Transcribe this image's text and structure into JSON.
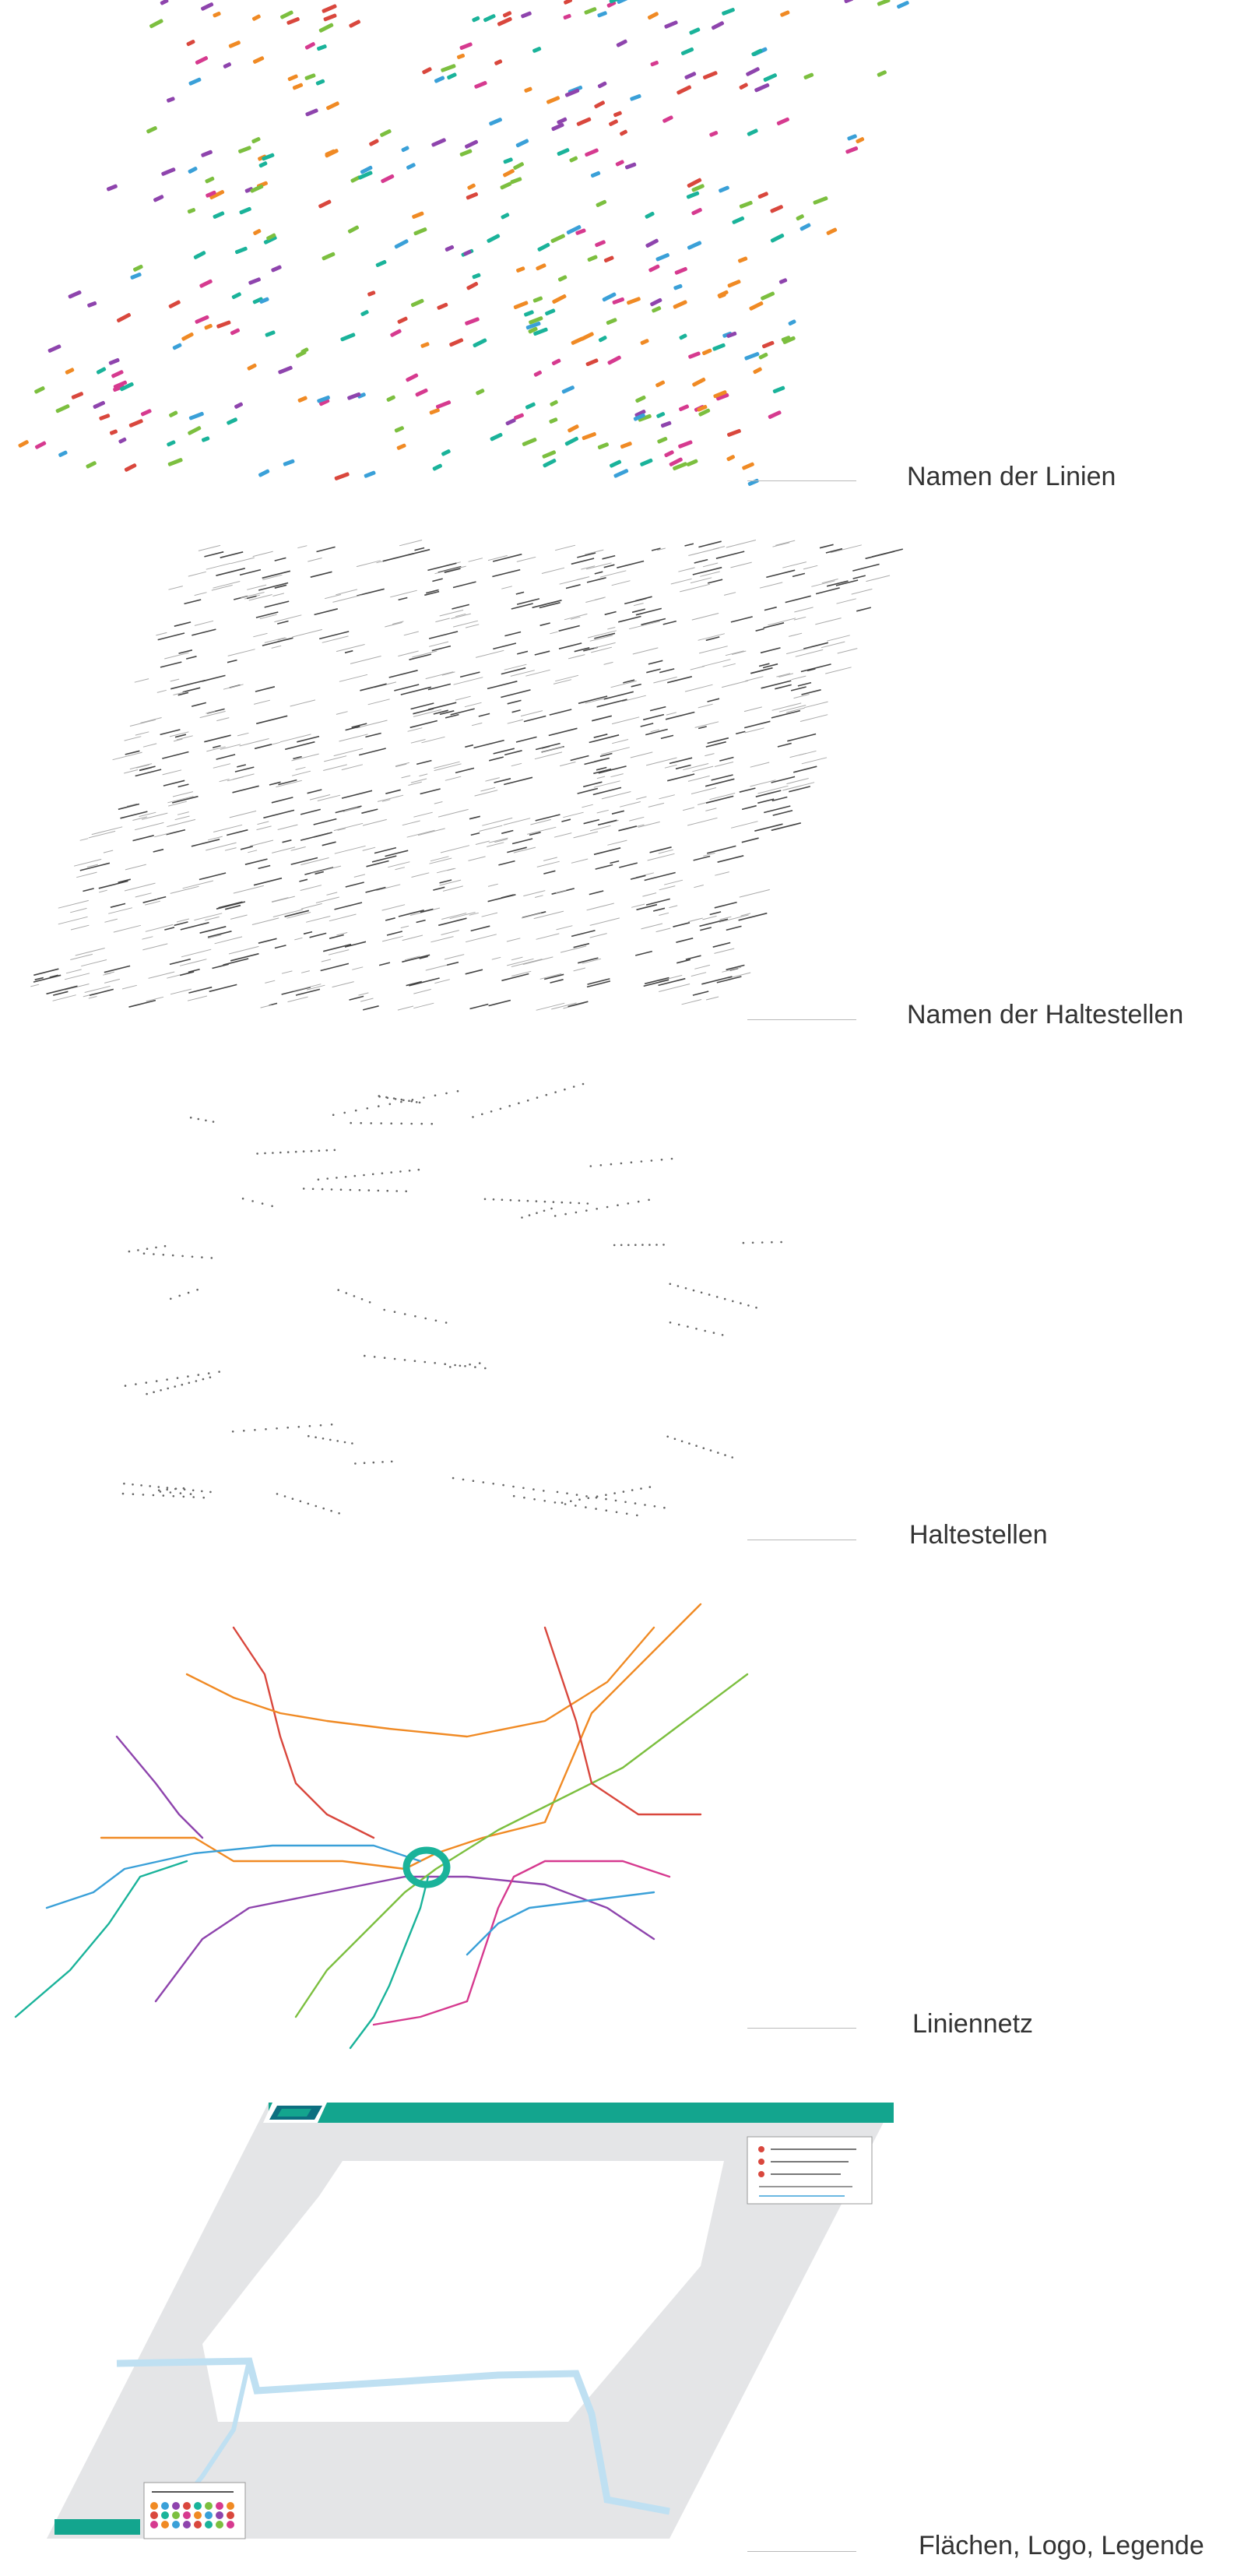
{
  "layers": [
    {
      "id": "line-names",
      "label": "Namen der Linien"
    },
    {
      "id": "stop-names",
      "label": "Namen der Haltestellen"
    },
    {
      "id": "stops",
      "label": "Haltestellen"
    },
    {
      "id": "network",
      "label": "Liniennetz"
    },
    {
      "id": "areas",
      "label": "Flächen, Logo, Legende"
    }
  ],
  "colors": {
    "accent": "#13a58e",
    "area_grey": "#e4e5e7",
    "water": "#bfe0f2",
    "line_orange": "#f08a24",
    "line_blue": "#3aa0d8",
    "line_purple": "#8e44ad",
    "line_red": "#d9473d",
    "line_teal": "#1ab39a",
    "line_green": "#7cbf3f",
    "line_pink": "#d63a8f",
    "line_dark": "#555555"
  }
}
